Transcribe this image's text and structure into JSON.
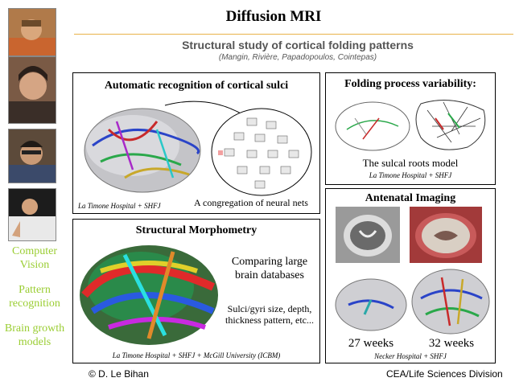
{
  "header": {
    "title": "Diffusion MRI",
    "subtitle": "Structural study of cortical folding patterns",
    "authors": "(Mangin, Rivière, Papadopoulos, Cointepas)"
  },
  "sidebar": {
    "labels": [
      "Computer Vision",
      "Pattern recognition",
      "Brain growth models"
    ]
  },
  "panels": {
    "sulci": {
      "title": "Automatic recognition of cortical sulci",
      "credit": "La Timone Hospital + SHFJ",
      "caption": "A congregation of neural nets"
    },
    "folding": {
      "title": "Folding process variability:",
      "caption": "The sulcal roots model",
      "credit": "La Timone Hospital + SHFJ"
    },
    "morphometry": {
      "title": "Structural Morphometry",
      "text1": "Comparing large brain databases",
      "text2": "Sulci/gyri size, depth, thickness pattern, etc...",
      "credit": "La Timone Hospital + SHFJ + McGill University (ICBM)"
    },
    "antenatal": {
      "title": "Antenatal Imaging",
      "label_left": "27 weeks",
      "label_right": "32 weeks",
      "credit": "Necker Hospital + SHFJ"
    }
  },
  "footer": {
    "left": "© D. Le Bihan",
    "right": "CEA/Life Sciences Division"
  },
  "colors": {
    "accent_line": "#e8b24a",
    "sidebar_text": "#9acd32"
  }
}
